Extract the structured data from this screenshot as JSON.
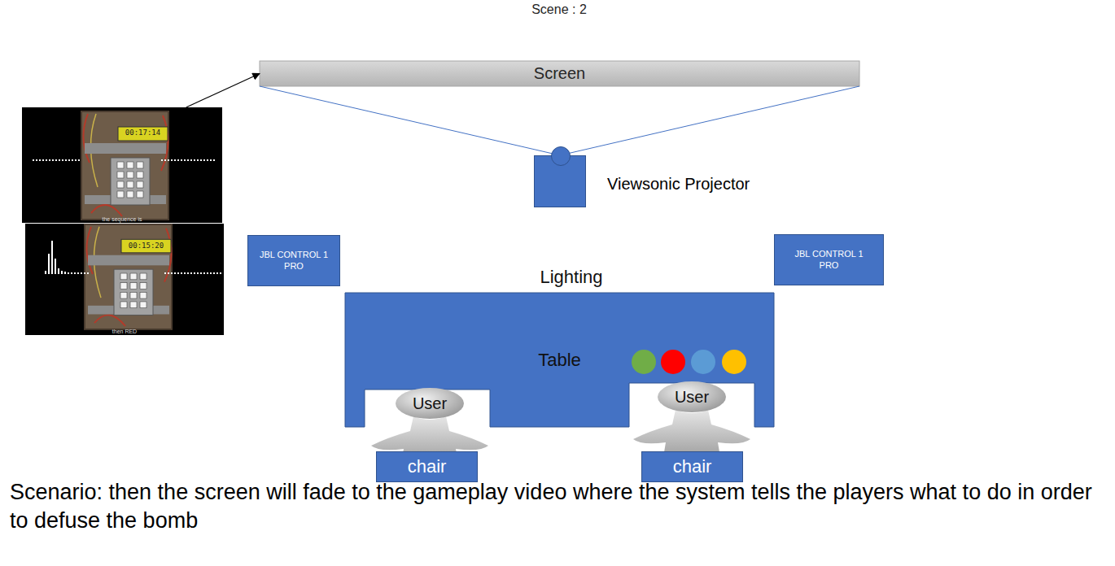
{
  "diagram": {
    "nodes": [
      {
        "text": [
          "Screen"
        ]
      },
      {
        "text": [
          "the sequence is"
        ]
      },
      {
        "text": [
          "Viewsonic Projector"
        ]
      },
      {
        "text": [
          "then RED"
        ]
      },
      {
        "text": [
          "JBL CONTROL 1 PRO"
        ]
      },
      {
        "text": [
          "JBL CONTROL 1 PRO"
        ]
      },
      {
        "text": [
          "Table"
        ]
      },
      {
        "text": [
          "User"
        ]
      },
      {
        "text": [
          "User"
        ]
      },
      {
        "text": [
          "chair"
        ]
      },
      {
        "text": [
          "chair"
        ]
      }
    ],
    "edges": [
      {
        "from": 1,
        "to": 0,
        "arrow": "to"
      },
      {
        "from": 2,
        "to": 0,
        "arrow": "none"
      }
    ],
    "labels": [
      "Scene : 2",
      "00:17:14",
      "00:15:20",
      "Lighting",
      "Scenario: then the screen will fade to the gameplay video where the system tells the players what to do in order to defuse the bomb"
    ]
  }
}
